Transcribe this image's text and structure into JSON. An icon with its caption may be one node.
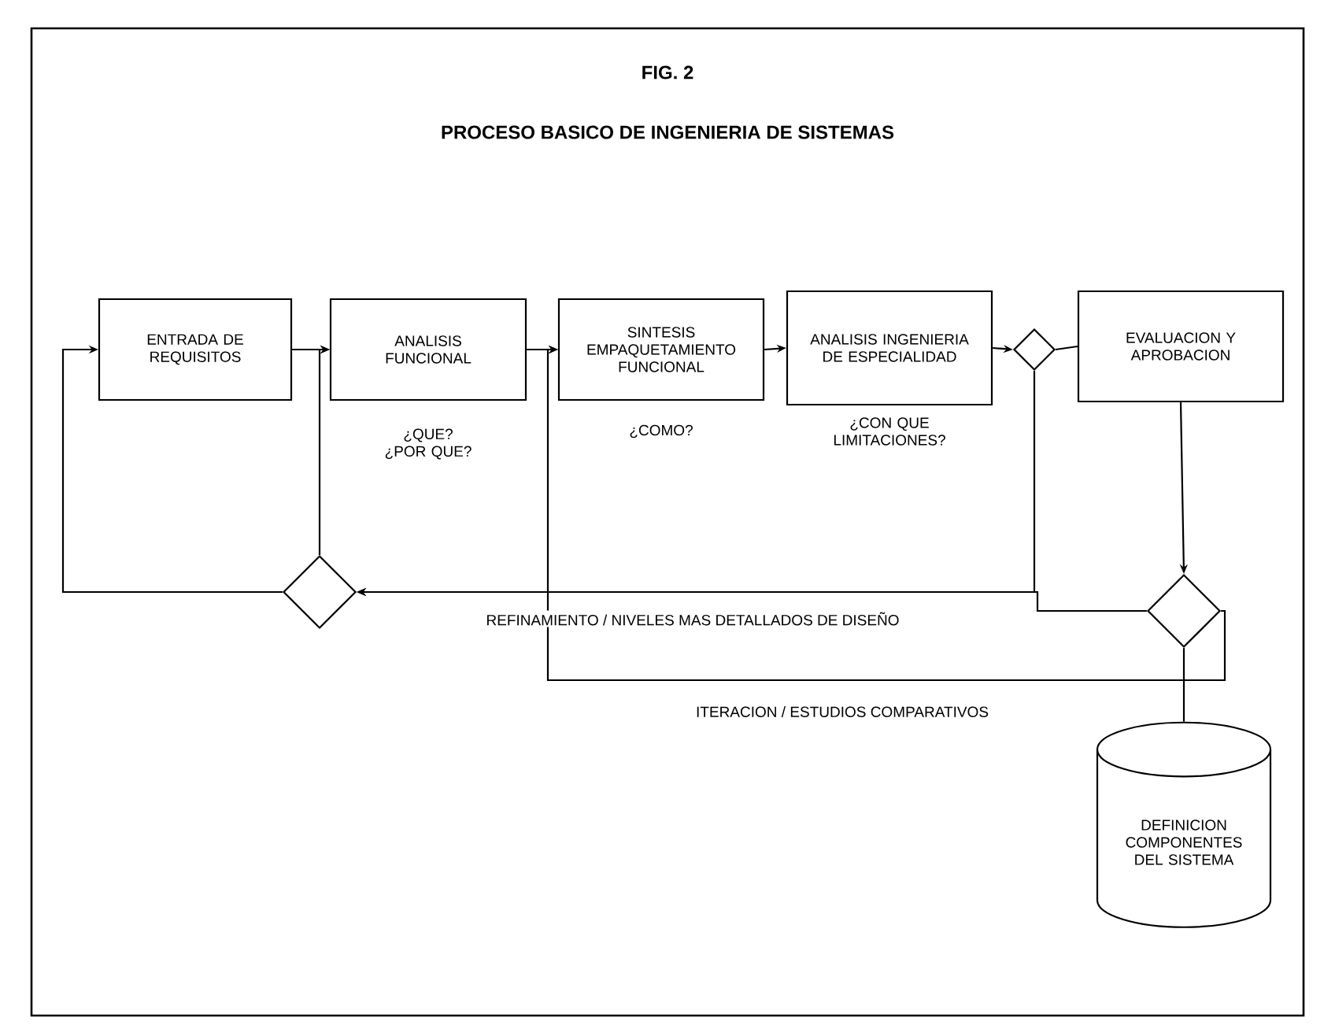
{
  "diagram": {
    "title": "PROCESO BASICO DE INGENIERIA DE SISTEMAS",
    "nodes": [
      {
        "text": [
          "ENTRADA DE REQUISITOS"
        ]
      },
      {
        "text": [
          "ANALISIS FUNCIONAL"
        ],
        "beside": [
          "¿QUE? ¿POR QUE?"
        ]
      },
      {
        "text": [
          "SINTESIS EMPAQUETAMIENTO FUNCIONAL"
        ],
        "beside": [
          "¿COMO?"
        ]
      },
      {
        "text": [
          "ANALISIS INGENIERIA DE ESPECIALIDAD"
        ],
        "beside": [
          "¿CON QUE LIMITACIONES?"
        ]
      },
      {
        "text": [],
        "shape": "diamond"
      },
      {
        "text": [
          "EVALUACION Y APROBACION"
        ]
      },
      {
        "text": [],
        "shape": "diamond"
      },
      {
        "text": [],
        "shape": "diamond"
      },
      {
        "text": [
          "DEFINICION COMPONENTES DEL SISTEMA"
        ]
      }
    ],
    "edges": [
      {
        "from": 0,
        "to": 1,
        "arrow": "to"
      },
      {
        "from": 1,
        "to": 2,
        "arrow": "to"
      },
      {
        "from": 2,
        "to": 3,
        "arrow": "to"
      },
      {
        "from": 3,
        "to": 4,
        "arrow": "to"
      },
      {
        "from": 4,
        "to": 5,
        "arrow": "none"
      },
      {
        "from": 5,
        "to": 7,
        "arrow": "to"
      },
      {
        "from": 4,
        "to": 6,
        "arrow": "to"
      },
      {
        "from": 7,
        "to": 6,
        "arrow": "to",
        "label": "REFINAMIENTO / NIVELES MAS DETALLADOS DE DISEÑO"
      },
      {
        "from": 6,
        "to": 0,
        "arrow": "to"
      },
      {
        "from": 6,
        "to": 1,
        "arrow": "to"
      },
      {
        "from": 7,
        "to": 2,
        "arrow": "to",
        "label": "ITERACION / ESTUDIOS COMPARATIVOS"
      },
      {
        "from": 7,
        "to": 8,
        "arrow": "none"
      }
    ],
    "labels": [
      "FIG. 2"
    ]
  }
}
